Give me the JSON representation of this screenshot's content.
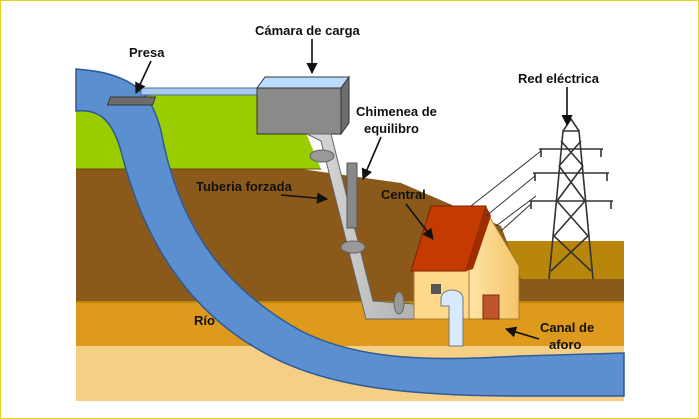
{
  "labels": {
    "presa": "Presa",
    "camara": "Cámara de carga",
    "chimenea_1": "Chimenea de",
    "chimenea_2": "equilibro",
    "red": "Red eléctrica",
    "tuberia": "Tuberia forzada",
    "central": "Central",
    "rio": "Río",
    "canal_1": "Canal de",
    "canal_2": "aforo"
  },
  "colors": {
    "frame_border": "#e8d21a",
    "grass": "#9acd00",
    "soil_dark": "#8b5a1a",
    "soil_mid": "#b8860b",
    "soil_orange": "#dd9a1c",
    "soil_light": "#f5cf86",
    "water": "#5b8fd0",
    "pipe": "#c8c8c8",
    "tank": "#8a8a8a",
    "roof": "#c43a00",
    "wall": "#ffd98a",
    "door": "#c0552b",
    "tower": "#333333"
  },
  "icons": {
    "arrow": "arrow-icon",
    "tower": "transmission-tower-icon",
    "house": "powerhouse-icon"
  }
}
